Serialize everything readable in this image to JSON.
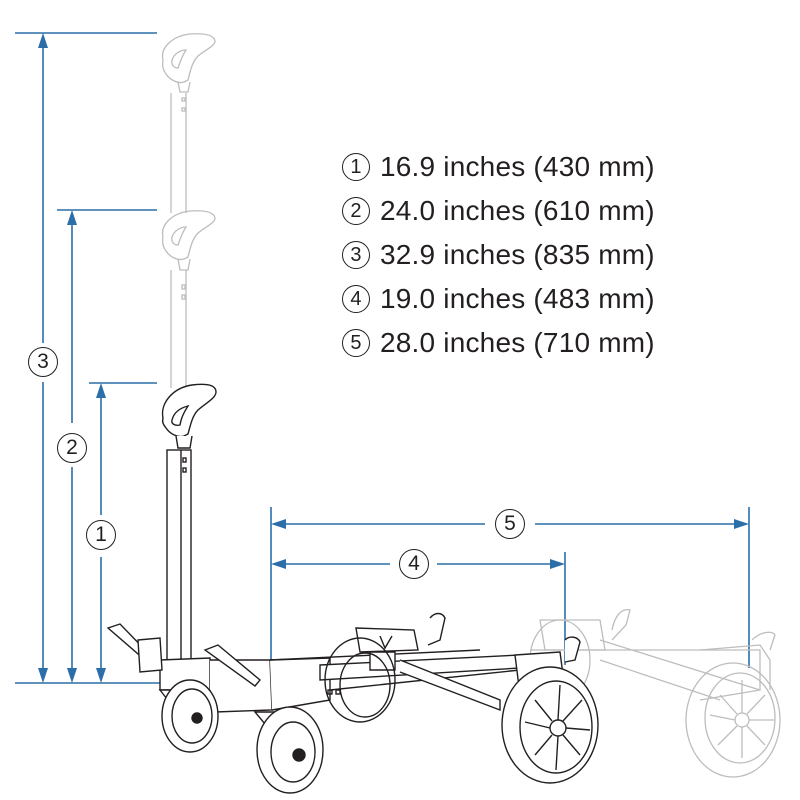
{
  "colors": {
    "dimension_line": "#2b6ea8",
    "ink": "#231f20",
    "ghost": "#bdbdbd"
  },
  "legend": [
    {
      "id": "1",
      "symbol": "1",
      "text": "16.9 inches (430 mm)"
    },
    {
      "id": "2",
      "symbol": "2",
      "text": "24.0 inches (610 mm)"
    },
    {
      "id": "3",
      "symbol": "3",
      "text": "32.9 inches (835 mm)"
    },
    {
      "id": "4",
      "symbol": "4",
      "text": "19.0 inches (483 mm)"
    },
    {
      "id": "5",
      "symbol": "5",
      "text": "28.0 inches (710 mm)"
    }
  ],
  "dimension_labels": {
    "d1": "1",
    "d2": "2",
    "d3": "3",
    "d4": "4",
    "d5": "5"
  }
}
